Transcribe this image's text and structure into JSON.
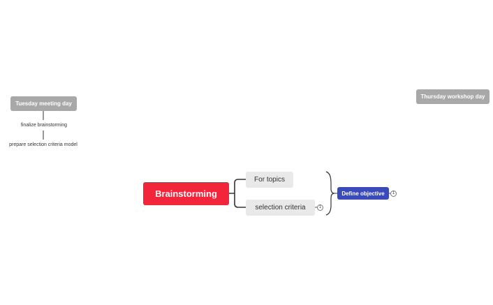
{
  "mindmap": {
    "central": {
      "label": "Brainstorming",
      "color": "#f2253a"
    },
    "branches": [
      {
        "label": "For topics"
      },
      {
        "label": "selection criteria",
        "collapsed_count": "1"
      }
    ],
    "summary": {
      "label": "Define objective",
      "color": "#3a4ab8",
      "collapsed_count": "1"
    },
    "floating": [
      {
        "label": "Tuesday meeting day",
        "color": "#a8a8a8",
        "children": [
          {
            "label": "finalize brainstorming"
          },
          {
            "label": "prepare selection criteria model"
          }
        ]
      },
      {
        "label": "Thursday workshop day",
        "color": "#a8a8a8"
      }
    ]
  }
}
